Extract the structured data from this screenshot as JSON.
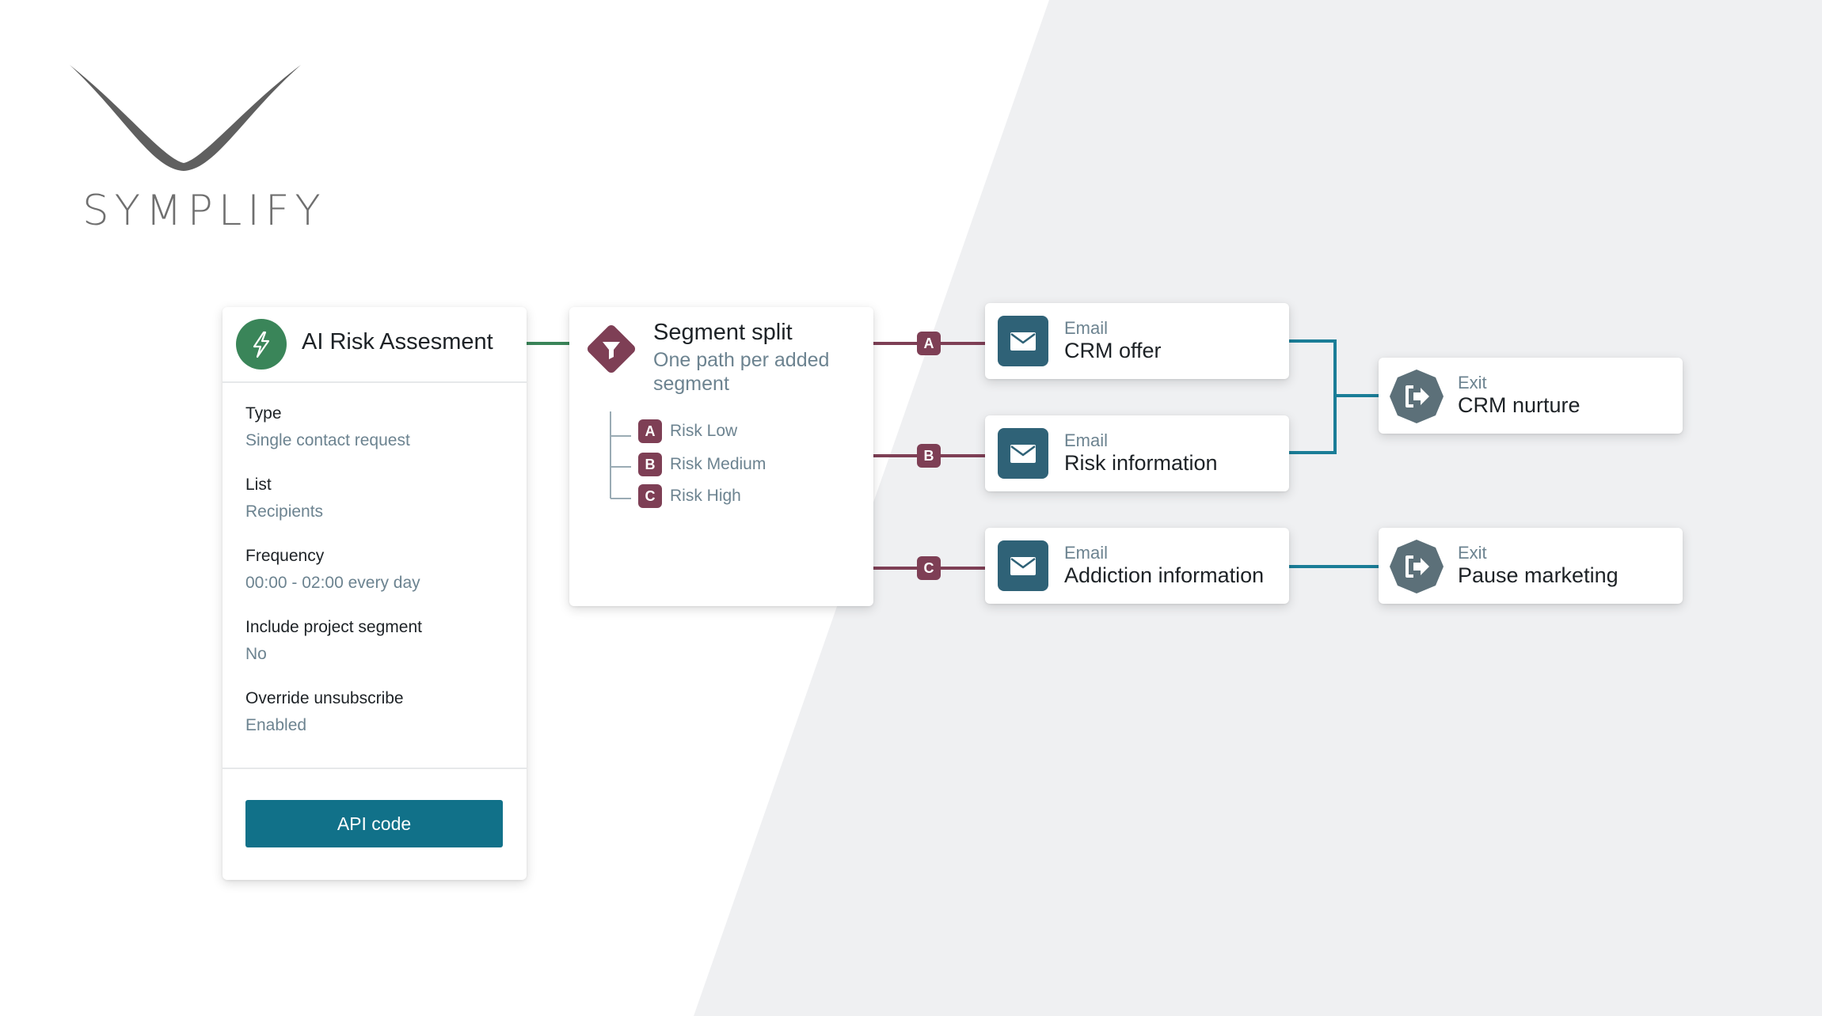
{
  "brand": {
    "name": "SYMPLIFY"
  },
  "colors": {
    "start_green": "#3a8559",
    "split_maroon": "#7e3f55",
    "email_blue": "#2f6277",
    "exit_gray": "#5c7079",
    "wire_teal": "#1a7d97",
    "button_teal": "#117189",
    "background_gray": "#eff0f2"
  },
  "start_node": {
    "icon": "lightning-icon",
    "title": "AI Risk Assesment",
    "properties": [
      {
        "label": "Type",
        "value": "Single contact request"
      },
      {
        "label": "List",
        "value": "Recipients"
      },
      {
        "label": "Frequency",
        "value": "00:00 - 02:00 every day"
      },
      {
        "label": "Include project segment",
        "value": "No"
      },
      {
        "label": "Override unsubscribe",
        "value": "Enabled"
      }
    ],
    "button_label": "API code"
  },
  "split_node": {
    "icon": "funnel-icon",
    "title": "Segment split",
    "subtitle": "One path per added segment",
    "branches": [
      {
        "letter": "A",
        "label": "Risk Low"
      },
      {
        "letter": "B",
        "label": "Risk Medium"
      },
      {
        "letter": "C",
        "label": "Risk High"
      }
    ]
  },
  "email_nodes": [
    {
      "icon": "envelope-icon",
      "type": "Email",
      "name": "CRM offer"
    },
    {
      "icon": "envelope-icon",
      "type": "Email",
      "name": "Risk information"
    },
    {
      "icon": "envelope-icon",
      "type": "Email",
      "name": "Addiction information"
    }
  ],
  "exit_nodes": [
    {
      "icon": "exit-icon",
      "type": "Exit",
      "name": "CRM nurture"
    },
    {
      "icon": "exit-icon",
      "type": "Exit",
      "name": "Pause marketing"
    }
  ]
}
